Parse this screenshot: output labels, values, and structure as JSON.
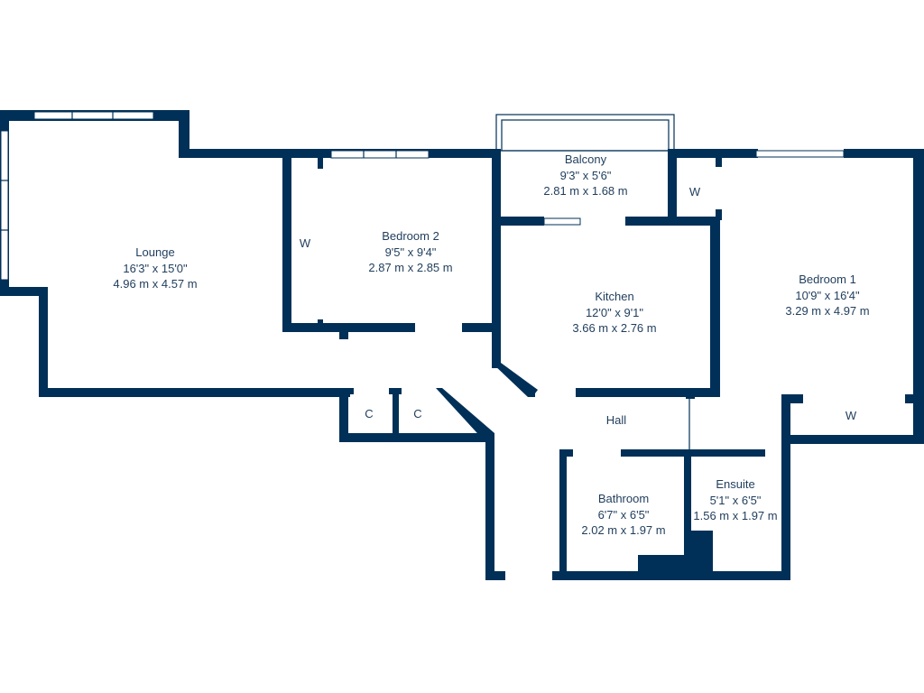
{
  "plan": {
    "wall_color": "#003057",
    "rooms": [
      {
        "name": "Lounge",
        "imperial": "16'3\" x 15'0\"",
        "metric": "4.96 m x 4.57 m"
      },
      {
        "name": "Bedroom 2",
        "imperial": "9'5\" x 9'4\"",
        "metric": "2.87 m x 2.85 m"
      },
      {
        "name": "Balcony",
        "imperial": "9'3\" x 5'6\"",
        "metric": "2.81 m x 1.68 m"
      },
      {
        "name": "Kitchen",
        "imperial": "12'0\" x 9'1\"",
        "metric": "3.66 m x 2.76 m"
      },
      {
        "name": "Bedroom 1",
        "imperial": "10'9\" x 16'4\"",
        "metric": "3.29 m x 4.97 m"
      },
      {
        "name": "Bathroom",
        "imperial": "6'7\" x 6'5\"",
        "metric": "2.02 m x 1.97 m"
      },
      {
        "name": "Ensuite",
        "imperial": "5'1\" x 6'5\"",
        "metric": "1.56 m x 1.97 m"
      }
    ],
    "labels": {
      "hall": "Hall",
      "wardrobe": "W",
      "cupboard": "C"
    }
  }
}
